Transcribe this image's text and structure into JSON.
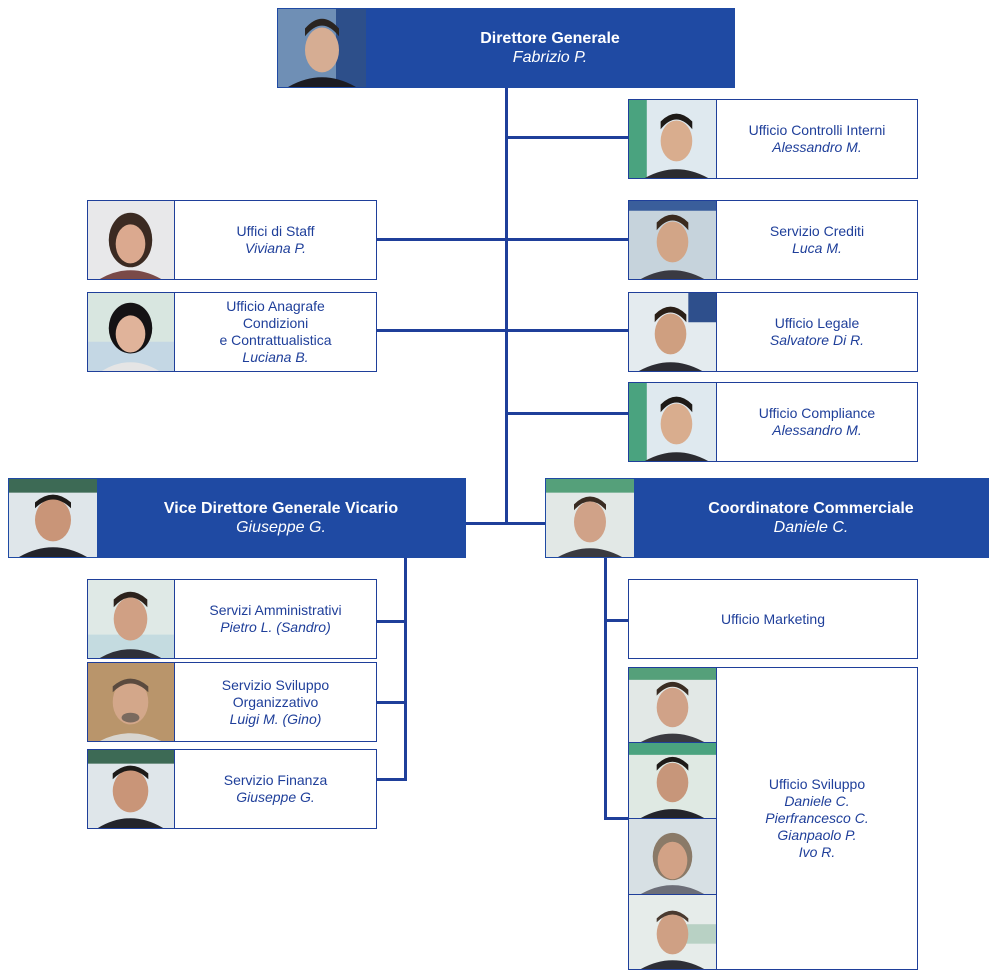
{
  "colors": {
    "primary": "#1f4aa3",
    "line": "#1f3f9a",
    "text": "#1f3f9a"
  },
  "top": {
    "title": "Direttore Generale",
    "person": "Fabrizio P."
  },
  "right": [
    {
      "title": "Ufficio Controlli Interni",
      "person": "Alessandro M."
    },
    {
      "title": "Servizio Crediti",
      "person": "Luca M."
    },
    {
      "title": "Ufficio Legale",
      "person": "Salvatore Di R."
    },
    {
      "title": "Ufficio Compliance",
      "person": "Alessandro M."
    }
  ],
  "left": [
    {
      "title": "Uffici di Staff",
      "person": "Viviana P."
    },
    {
      "title_lines": [
        "Ufficio Anagrafe",
        "Condizioni",
        "e Contrattualistica"
      ],
      "person": "Luciana B."
    }
  ],
  "vice": {
    "title": "Vice Direttore Generale Vicario",
    "person": "Giuseppe G."
  },
  "vice_children": [
    {
      "title": "Servizi Amministrativi",
      "person": "Pietro L. (Sandro)"
    },
    {
      "title_lines": [
        "Servizio Sviluppo",
        "Organizzativo"
      ],
      "person": "Luigi M. (Gino)"
    },
    {
      "title": "Servizio Finanza",
      "person": "Giuseppe G."
    }
  ],
  "commercial": {
    "title": "Coordinatore Commerciale",
    "person": "Daniele C."
  },
  "marketing": {
    "title": "Ufficio Marketing"
  },
  "sviluppo": {
    "title": "Ufficio Sviluppo",
    "people": [
      "Daniele C.",
      "Pierfrancesco C.",
      "Gianpaolo P.",
      "Ivo R."
    ]
  }
}
